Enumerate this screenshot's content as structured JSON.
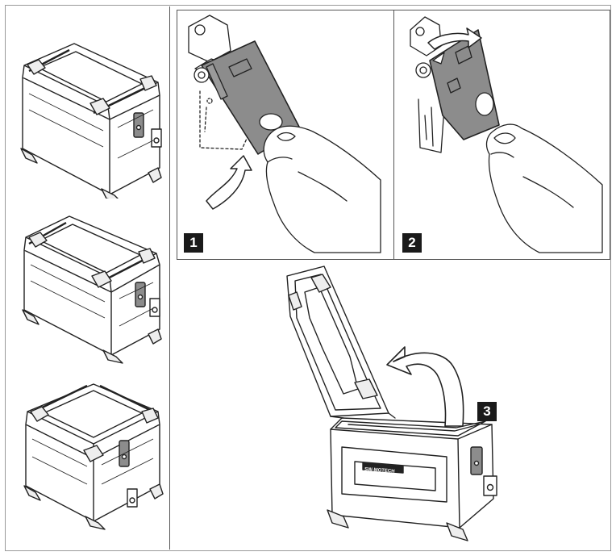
{
  "steps": [
    {
      "number": "1"
    },
    {
      "number": "2"
    },
    {
      "number": "3"
    }
  ],
  "case_brand": "SW-MOTECH",
  "colors": {
    "line": "#222222",
    "latch_fill": "#8c8c8c",
    "badge_bg": "#1a1a1a",
    "badge_text": "#ffffff",
    "frame": "#555555"
  },
  "icons": [
    "open-case-arrow-icon",
    "lift-latch-arrow-icon",
    "flip-latch-arrow-icon"
  ]
}
